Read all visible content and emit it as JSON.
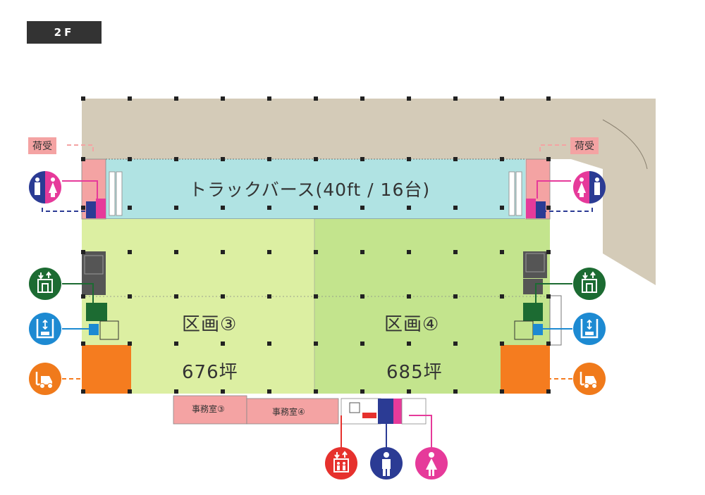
{
  "floor": "2F",
  "labels": {
    "truck_berth": "トラックバース(40ft / 16台)",
    "zone3_name": "区画③",
    "zone3_area": "676坪",
    "zone4_name": "区画④",
    "zone4_area": "685坪",
    "office3": "事務室③",
    "office4": "事務室④",
    "loading_left": "荷受",
    "loading_right": "荷受"
  },
  "icons": {
    "restroom": "restroom-icon",
    "freight_elevator": "freight-elevator-icon",
    "vertical_conveyor": "vertical-conveyor-icon",
    "forklift": "forklift-icon",
    "elevator": "elevator-icon",
    "male_restroom": "male-restroom-icon",
    "female_restroom": "female-restroom-icon"
  },
  "colors": {
    "floor_badge": "#333333",
    "surroundings": "#d4cbb8",
    "truck_berth": "#b0e3e3",
    "zone3": "#dcefa2",
    "zone4": "#c3e48d",
    "office": "#f4a3a3",
    "loading_dock": "#f57c1f",
    "freight_elevator": "#1c6b32",
    "vertical_conveyor": "#1d8ad2",
    "forklift": "#f07a1b",
    "elevator": "#e6312d",
    "male": "#2b3b94",
    "female": "#e63a9a"
  }
}
